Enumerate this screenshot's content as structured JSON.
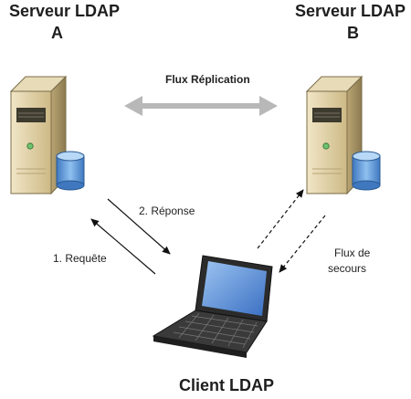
{
  "server_a": {
    "name": "Serveur LDAP",
    "letter": "A"
  },
  "server_b": {
    "name": "Serveur LDAP",
    "letter": "B"
  },
  "client": {
    "name": "Client LDAP"
  },
  "links": {
    "replication": "Flux Réplication",
    "response": "2. Réponse",
    "request": "1. Requête",
    "backup_line1": "Flux de",
    "backup_line2": "secours"
  },
  "colors": {
    "server_body": "#d9c79a",
    "server_dark": "#3d3a2e",
    "database": "#6aa0d8",
    "replication_arrow": "#b8b8b8",
    "laptop_body": "#2b2b2b",
    "laptop_screen": "#4f86d6"
  }
}
